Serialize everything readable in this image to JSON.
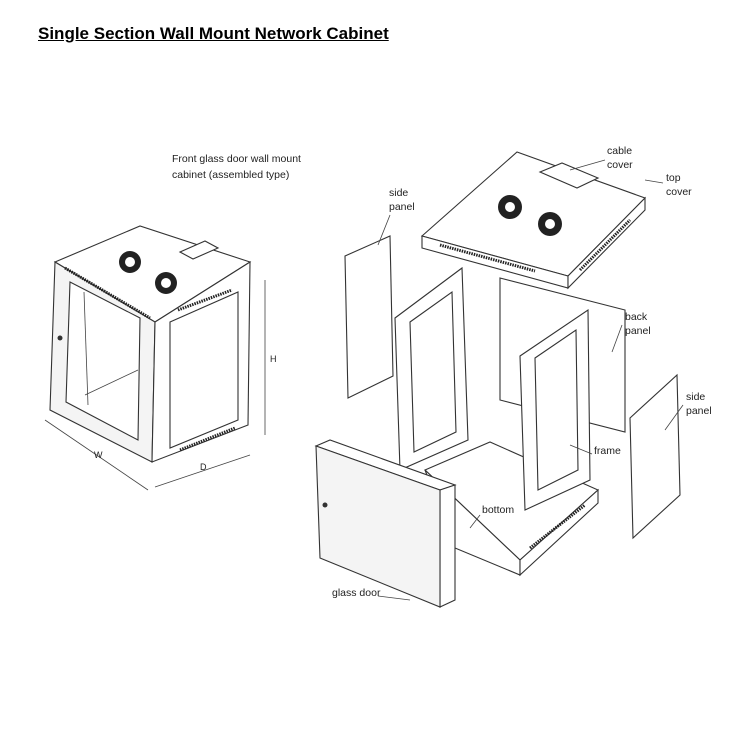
{
  "title": "Single Section Wall Mount Network Cabinet",
  "assembled": {
    "caption_line1": "Front glass door wall mount",
    "caption_line2": "cabinet (assembled type)",
    "dim_height": "H",
    "dim_width": "W",
    "dim_depth": "D"
  },
  "parts": {
    "cable_cover": [
      "cable",
      "cover"
    ],
    "top_cover": [
      "top",
      "cover"
    ],
    "side_panel_left": [
      "side",
      "panel"
    ],
    "back_panel": [
      "back",
      "panel"
    ],
    "side_panel_right": [
      "side",
      "panel"
    ],
    "frame": "frame",
    "bottom": "bottom",
    "glass_door": "glass door"
  }
}
